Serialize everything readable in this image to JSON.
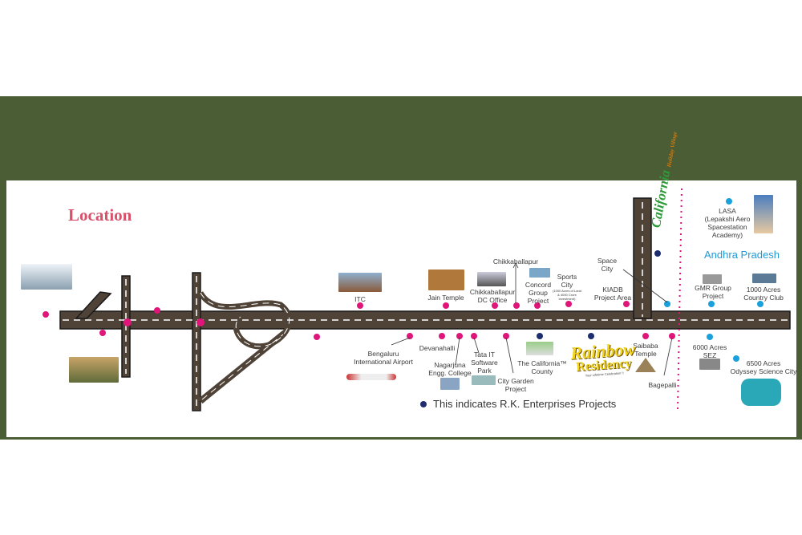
{
  "title": "Location",
  "region_label": "Andhra Pradesh",
  "legend": "This indicates R.K. Enterprises Projects",
  "colors": {
    "background_band": "#4b5d34",
    "road": "#4f4337",
    "landmark_dot": "#e0157a",
    "andhra_dot": "#1aa0dc",
    "rk_project_dot": "#1d2d6e",
    "title": "#d9506b"
  },
  "logos": {
    "rainbow_residency": {
      "line1": "Rainbow",
      "line2": "Residency",
      "tagline": "Your Lifetime Celebration !!"
    },
    "california_holiday_village": {
      "line1": "California",
      "line2": "Holiday Village"
    }
  },
  "labels_north": [
    {
      "id": "itc",
      "text": "ITC"
    },
    {
      "id": "jain-temple",
      "text": "Jain Temple"
    },
    {
      "id": "dc-office",
      "text": "Chikkaballapur\nDC Office"
    },
    {
      "id": "chikkaballapur",
      "text": "Chikkaballapur"
    },
    {
      "id": "concord",
      "text": "Concord\nGroup\nProject"
    },
    {
      "id": "sports-city",
      "text": "Sports\nCity",
      "note": "(1000 Acres of Land & 4000 Crore Investment)"
    },
    {
      "id": "kiadb",
      "text": "KIADB\nProject Area"
    },
    {
      "id": "space-city",
      "text": "Space\nCity"
    },
    {
      "id": "lasa",
      "text": "LASA\n(Lepakshi Aero\nSpacestation\nAcademy)"
    },
    {
      "id": "gmr",
      "text": "GMR Group\nProject"
    },
    {
      "id": "country-club",
      "text": "1000 Acres\nCountry Club"
    }
  ],
  "labels_south": [
    {
      "id": "airport",
      "text": "Bengaluru\nInternational Airport"
    },
    {
      "id": "devanahalli",
      "text": "Devanahalli"
    },
    {
      "id": "nagarjuna",
      "text": "Nagarjuna\nEngg. College"
    },
    {
      "id": "tata-it",
      "text": "Tata IT\nSoftware\nPark"
    },
    {
      "id": "city-garden",
      "text": "City Garden\nProject"
    },
    {
      "id": "california-county",
      "text": "The California™\nCounty"
    },
    {
      "id": "saibaba",
      "text": "Saibaba\nTemple"
    },
    {
      "id": "bagepalli",
      "text": "Bagepalli"
    },
    {
      "id": "sez",
      "text": "6000 Acres\nSEZ"
    },
    {
      "id": "odyssey",
      "text": "6500 Acres\nOdyssey Science City"
    }
  ]
}
